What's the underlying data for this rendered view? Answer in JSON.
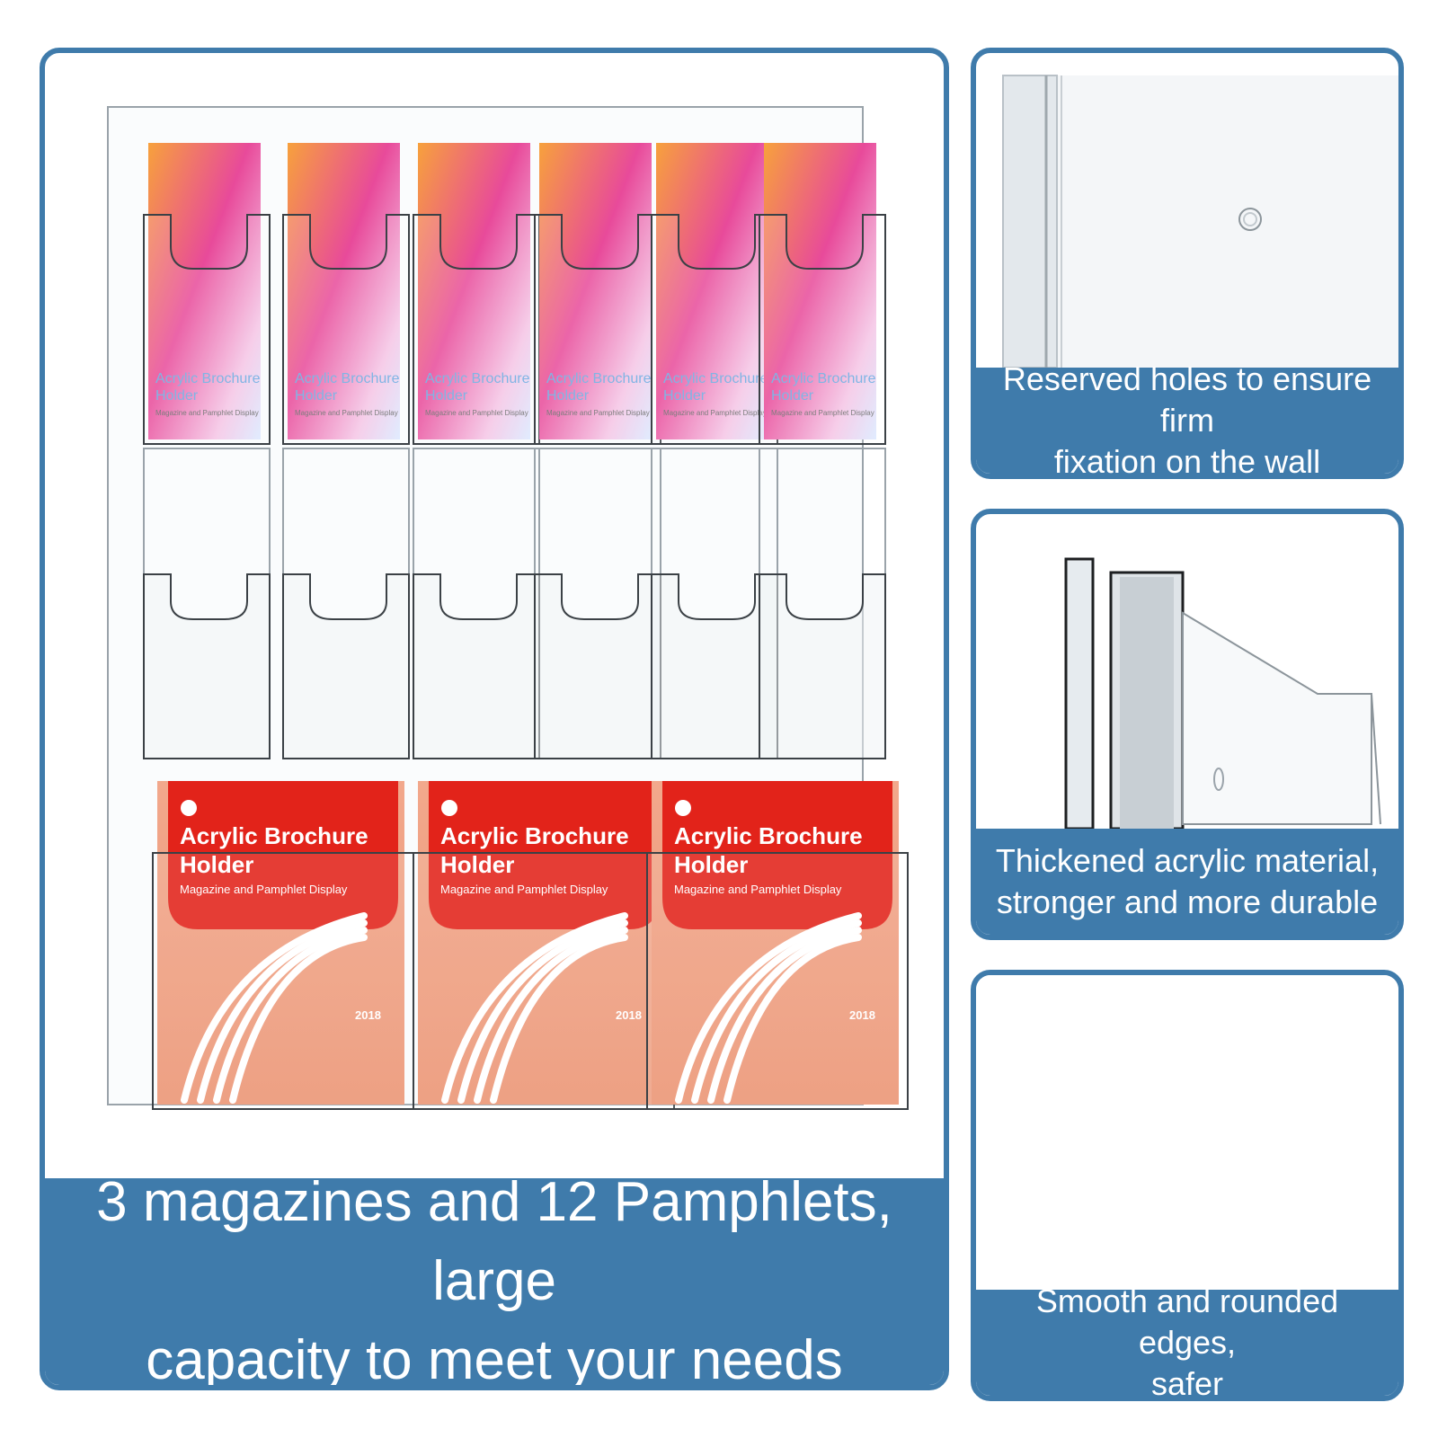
{
  "main_caption": {
    "line1": "3 magazines and 12 Pamphlets, large",
    "line2": "capacity to meet your needs"
  },
  "features": [
    {
      "line1": "Reserved holes to ensure firm",
      "line2": "fixation on the wall"
    },
    {
      "line1": "Thickened acrylic material,",
      "line2": "stronger and more durable"
    },
    {
      "line1": "Smooth and rounded edges,",
      "line2": "safer"
    }
  ],
  "pamphlet_cover": {
    "title_line1": "Acrylic Brochure",
    "title_line2": "Holder",
    "subtitle": "Magazine and Pamphlet Display"
  },
  "magazine_cover": {
    "title_line1": "Acrylic Brochure",
    "title_line2": "Holder",
    "subtitle": "Magazine and Pamphlet Display",
    "year": "2018"
  },
  "colors": {
    "accent": "#3f7bab",
    "magazine_red": "#e2231a",
    "pamphlet_orange": "#f7a13c",
    "pamphlet_pink": "#e84a9a"
  }
}
